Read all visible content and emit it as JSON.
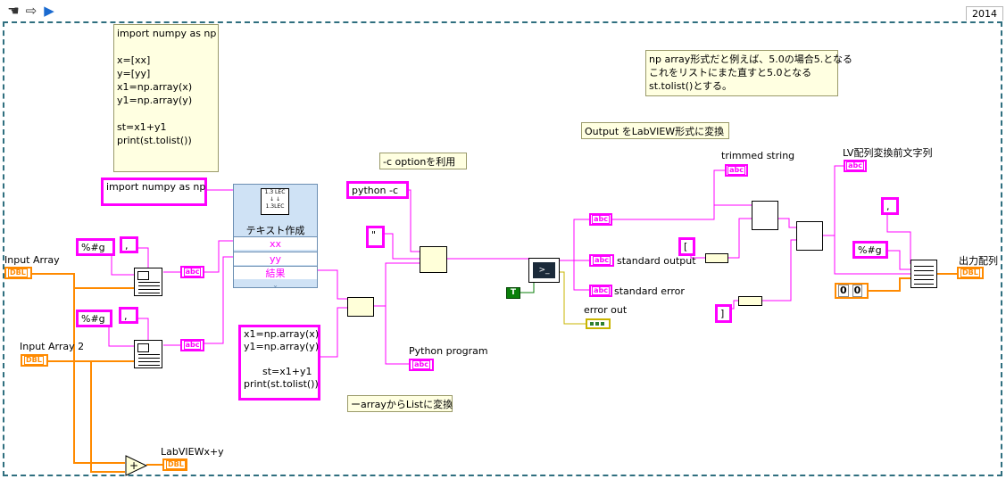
{
  "toolbar": {
    "version": "2014",
    "icons": [
      "hand-icon",
      "right-arrow-icon",
      "run-icon"
    ]
  },
  "comments": {
    "top_code": "import numpy as np\n\nx=[xx]\ny=[yy]\nx1=np.array(x)\ny1=np.array(y)\n\nst=x1+y1\nprint(st.tolist())",
    "note": "np array形式だと例えば、5.0の場合5.となる\nこれをリストにまた直すと5.0となる\nst.tolist()とする。",
    "output_lv": "Output をLabVIEW形式に変換",
    "c_option": "-c optionを利用",
    "array_to_list": "ーarrayからListに変換"
  },
  "string_constants": {
    "import": "import numpy as np",
    "fmt1": "%#g",
    "comma1": ",",
    "fmt2": "%#g",
    "comma2": ",",
    "code": "x1=np.array(x)\ny1=np.array(y)\n\n      st=x1+y1\nprint(st.tolist())",
    "python_c": "python -c",
    "quote": "\"",
    "open_bracket": "[",
    "close_bracket": "]",
    "comma3": ",",
    "fmt3": "%#g"
  },
  "express_node": {
    "title": "テキスト作成",
    "inputs": [
      "xx",
      "yy"
    ],
    "output": "結果"
  },
  "labels": {
    "input_array": "Input Array",
    "input_array2": "Input Array 2",
    "labview_xy": "LabVIEWx+y",
    "standard_output": "standard output",
    "standard_error": "standard error",
    "error_out": "error out",
    "python_program": "Python program",
    "trimmed_string": "trimmed string",
    "lv_before": "LV配列変換前文字列",
    "output_array": "出力配列"
  },
  "tags": {
    "dbl": "DBL",
    "abc": "abc",
    "true": "T",
    "zero": "0"
  },
  "colors": {
    "string_wire": "#ff00ff",
    "numeric_wire": "#ff8a00",
    "boolean": "#0a7f0a",
    "error_wire": "#c8b400",
    "comment_bg": "#ffffe1"
  }
}
